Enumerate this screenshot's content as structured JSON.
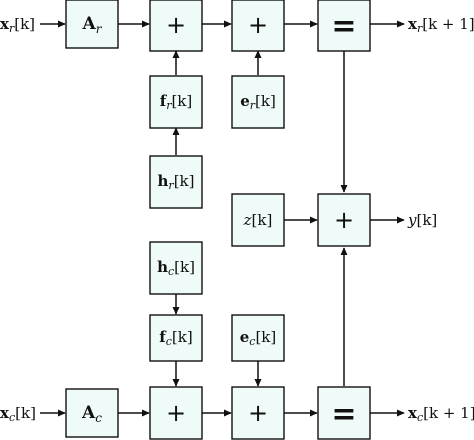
{
  "colors": {
    "block_fill": "#eefbf8",
    "stroke": "#111111"
  },
  "ops": {
    "plus": "+",
    "equals": "="
  },
  "top_row": {
    "input_bold": "x",
    "input_sub": "r",
    "input_rest": "[k]",
    "matrix_bold": "A",
    "matrix_sub": "r",
    "output_bold": "x",
    "output_sub": "r",
    "output_rest": "[k + 1]"
  },
  "bottom_row": {
    "input_bold": "x",
    "input_sub": "c",
    "input_rest": "[k]",
    "matrix_bold": "A",
    "matrix_sub": "c",
    "output_bold": "x",
    "output_sub": "c",
    "output_rest": "[k + 1]"
  },
  "signals": {
    "f_r": {
      "bold": "f",
      "sub": "r",
      "rest": "[k]"
    },
    "h_r": {
      "bold": "h",
      "sub": "r",
      "rest": "[k]"
    },
    "e_r": {
      "bold": "e",
      "sub": "r",
      "rest": "[k]"
    },
    "h_c": {
      "bold": "h",
      "sub": "c",
      "rest": "[k]"
    },
    "f_c": {
      "bold": "f",
      "sub": "c",
      "rest": "[k]"
    },
    "e_c": {
      "bold": "e",
      "sub": "c",
      "rest": "[k]"
    },
    "z": {
      "ital": "z",
      "rest": "[k]"
    },
    "y": {
      "ital": "y",
      "rest": "[k]"
    }
  }
}
